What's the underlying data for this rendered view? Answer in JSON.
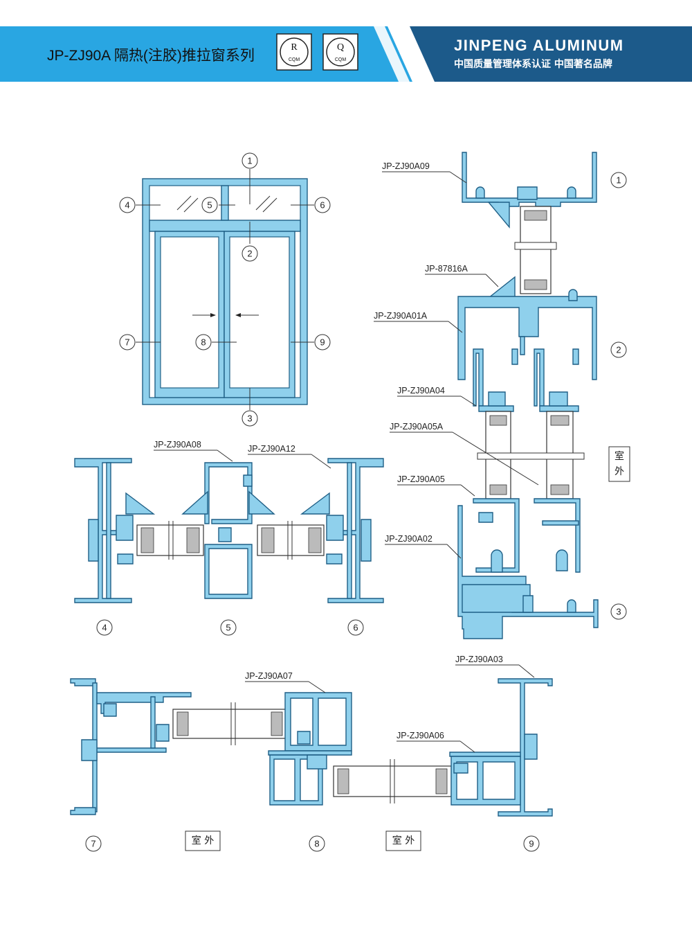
{
  "header": {
    "title": "JP-ZJ90A 隔热(注胶)推拉窗系列",
    "cert_badges": [
      {
        "letter": "R",
        "caption": "CQM"
      },
      {
        "letter": "Q",
        "caption": "CQM"
      }
    ],
    "brand_name": "JINPENG ALUMINUM",
    "brand_slogan": "中国质量管理体系认证 中国著名品牌",
    "colors": {
      "band_light": "#29a6e2",
      "band_dark": "#1c5a8a",
      "profile_fill": "#8fd0ec",
      "profile_stroke": "#1f5f86"
    }
  },
  "elevation": {
    "callouts": [
      "1",
      "2",
      "3",
      "4",
      "5",
      "6",
      "7",
      "8",
      "9"
    ]
  },
  "vertical_section": {
    "labels": [
      "JP-ZJ90A09",
      "JP-87816A",
      "JP-ZJ90A01A",
      "JP-ZJ90A04",
      "JP-ZJ90A05A",
      "JP-ZJ90A05",
      "JP-ZJ90A02"
    ],
    "callouts": [
      "1",
      "2",
      "3"
    ],
    "outside_label": [
      "室",
      "外"
    ]
  },
  "transom_section": {
    "labels": [
      "JP-ZJ90A08",
      "JP-ZJ90A12"
    ],
    "callouts": [
      "4",
      "5",
      "6"
    ]
  },
  "horizontal_section": {
    "labels": [
      "JP-ZJ90A07",
      "JP-ZJ90A03",
      "JP-ZJ90A06"
    ],
    "callouts": [
      "7",
      "8",
      "9"
    ],
    "outside_labels": [
      "室 外",
      "室 外"
    ]
  }
}
